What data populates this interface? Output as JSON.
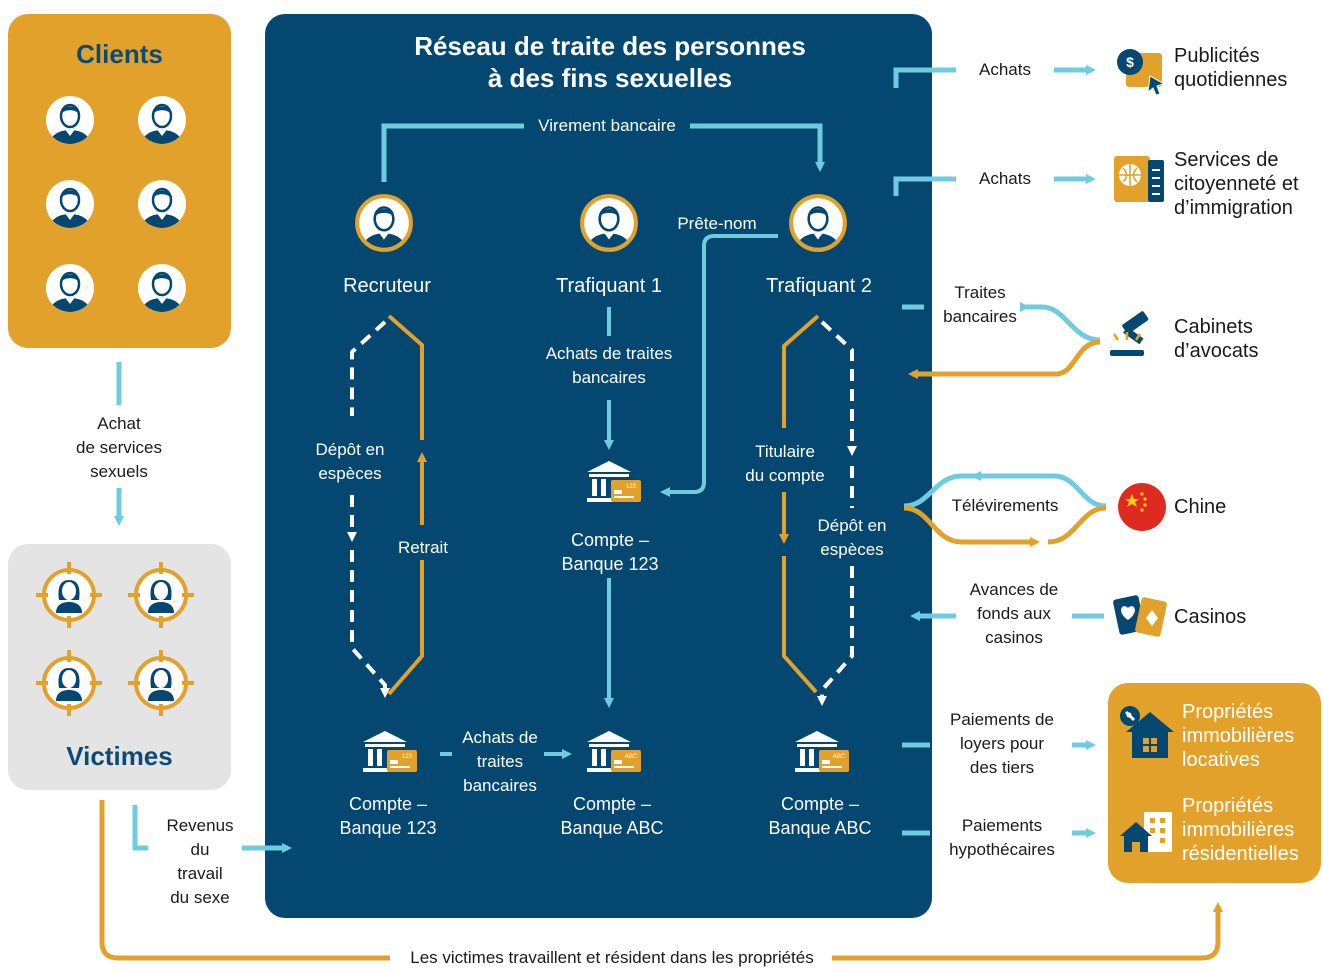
{
  "title": "Réseau de traite des personnes\nà des fins sexuelles",
  "clients": {
    "label": "Clients"
  },
  "victimes": {
    "label": "Victimes"
  },
  "edges": {
    "achat_services": "Achat\nde services\nsexuels",
    "revenus": "Revenus\ndu\ntravail\ndu sexe",
    "bottom": "Les victimes travaillent et résident dans les propriétés",
    "virement": "Virement bancaire",
    "prete_nom": "Prête-nom",
    "depot_especes_1": "Dépôt en\nespèces",
    "retrait": "Retrait",
    "achats_traites_t1": "Achats de traites\nbancaires",
    "titulaire": "Titulaire\ndu compte",
    "depot_especes_2": "Dépôt en\nespèces",
    "achats_traites_bottom": "Achats de\ntraites\nbancaires",
    "achats_1": "Achats",
    "achats_2": "Achats",
    "traites_bancaires": "Traites\nbancaires",
    "televirements": "Télévirements",
    "avances": "Avances de\nfonds aux\ncasinos",
    "paiements_loyers": "Paiements de\nloyers pour\ndes tiers",
    "paiements_hypo": "Paiements\nhypothécaires"
  },
  "nodes": {
    "recruteur": "Recruteur",
    "trafiquant1": "Trafiquant 1",
    "trafiquant2": "Trafiquant 2",
    "compte_123_mid": "Compte –\nBanque 123",
    "compte_123_left": "Compte –\nBanque 123",
    "compte_abc_mid": "Compte –\nBanque ABC",
    "compte_abc_right": "Compte –\nBanque ABC",
    "card_123": "123",
    "card_abc": "ABC"
  },
  "right": {
    "publicites": "Publicités\nquotidiennes",
    "services": "Services de\ncitoyenneté et\nd’immigration",
    "cabinets": "Cabinets\nd’avocats",
    "chine": "Chine",
    "casinos": "Casinos",
    "proprietes_locatives": "Propriétés\nimmobilières\nlocatives",
    "proprietes_residentielles": "Propriétés\nimmobilières\nrésidentielles"
  },
  "colors": {
    "navy": "#044872",
    "gold": "#E1A12A",
    "light_blue": "#6ECBE0",
    "grey_box": "#E4E4E4",
    "dark_navy_text": "#0C4A77",
    "red": "#DE2A1F"
  },
  "icons": [
    "person-icon",
    "victim-target-icon",
    "bank-icon",
    "card-icon",
    "ad-icon",
    "passport-icon",
    "gavel-icon",
    "china-flag-icon",
    "cards-icon",
    "house-key-icon",
    "building-icon"
  ]
}
